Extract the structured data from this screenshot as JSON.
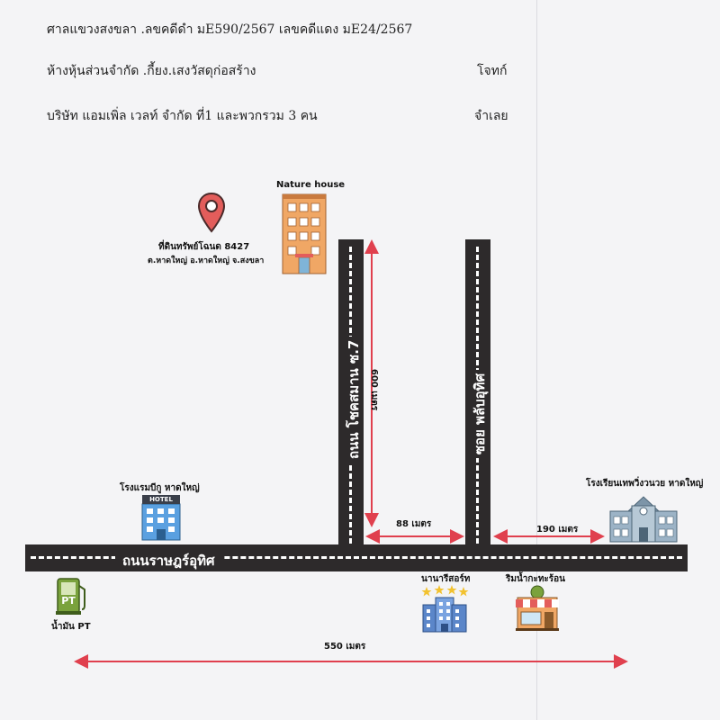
{
  "header": {
    "court_line": "ศาลแขวงสงขลา .ลขคดีดำ มE590/2567 เลขคดีแดง มE24/2567",
    "plaintiff_name": "ห้างหุ้นส่วนจำกัด .กี้ยง.เสงวัสดุก่อสร้าง",
    "plaintiff_role": "โจทก์",
    "defendant_name": "บริษัท แอมเพิ่ล เวลท์ จำกัด ที่1 และพวกรวม 3 คน",
    "defendant_role": "จำเลย"
  },
  "roads": {
    "main": "ถนนราษฎร์อุทิศ",
    "left_soi": "ถนน โชคสมาน ซ.7",
    "right_soi": "ซอย พลับอุทิศ"
  },
  "places": {
    "property_title": "ที่ดินทรัพย์โฉนด 8427",
    "property_address": "ต.หาดใหญ่ อ.หาดใหญ่ จ.สงขลา",
    "nature_house": "Nature house",
    "hotel": "โรงแรมบีกู หาดใหญ่",
    "hotel_sign": "HOTEL",
    "school": "โรงเรียนเทพวิ่งวนวย หาดใหญ่",
    "gas_station": "น้ำมัน PT",
    "gas_sign": "PT",
    "resort": "นานารีสอร์ท",
    "shop": "ริมน้ำกะทะร้อน"
  },
  "distances": {
    "soi_length": "600 เมตร",
    "between_sois": "88 เมตร",
    "to_school": "190 เมตร",
    "total": "550 เมตร"
  },
  "colors": {
    "road": "#2d2a2b",
    "measure": "#e0404e",
    "pin": "#e35d5b",
    "building": "#f0a765",
    "hotel": "#5aa0e0",
    "school": "#9cb3c6",
    "gas": "#7aa23c"
  }
}
